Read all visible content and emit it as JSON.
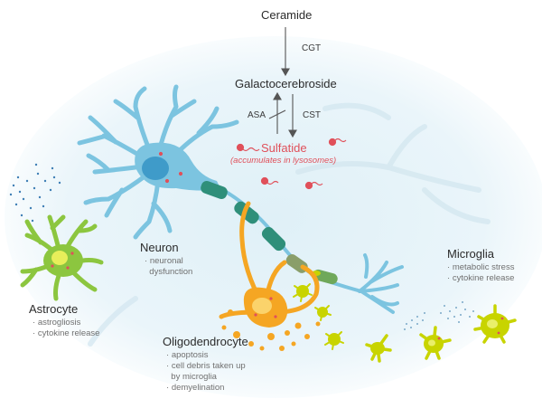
{
  "pathway": {
    "ceramide": "Ceramide",
    "cgt": "CGT",
    "galactocerebroside": "Galactocerebroside",
    "asa": "ASA",
    "cst": "CST",
    "sulfatide": "Sulfatide",
    "sulfatide_note": "(accumulates in lysosomes)"
  },
  "cells": {
    "neuron": {
      "name": "Neuron",
      "effects": [
        "neuronal",
        "dysfunction"
      ]
    },
    "astrocyte": {
      "name": "Astrocyte",
      "effects": [
        "astrogliosis",
        "cytokine release"
      ]
    },
    "oligodendrocyte": {
      "name": "Oligodendrocyte",
      "effects": [
        "apoptosis",
        "cell debris taken up",
        "by microglia",
        "demyelination"
      ]
    },
    "microglia": {
      "name": "Microglia",
      "effects": [
        "metabolic stress",
        "cytokine release"
      ]
    }
  },
  "colors": {
    "neuron": "#7cc4e0",
    "neuron_nucleus": "#3f9bc9",
    "myelin": "#2f8f7a",
    "astrocyte": "#8cc63f",
    "oligodendrocyte": "#f5a623",
    "microglia": "#c8d400",
    "sulfatide": "#e0505a",
    "arrow": "#555555",
    "text": "#2b2b2b",
    "subtext": "#707070"
  }
}
